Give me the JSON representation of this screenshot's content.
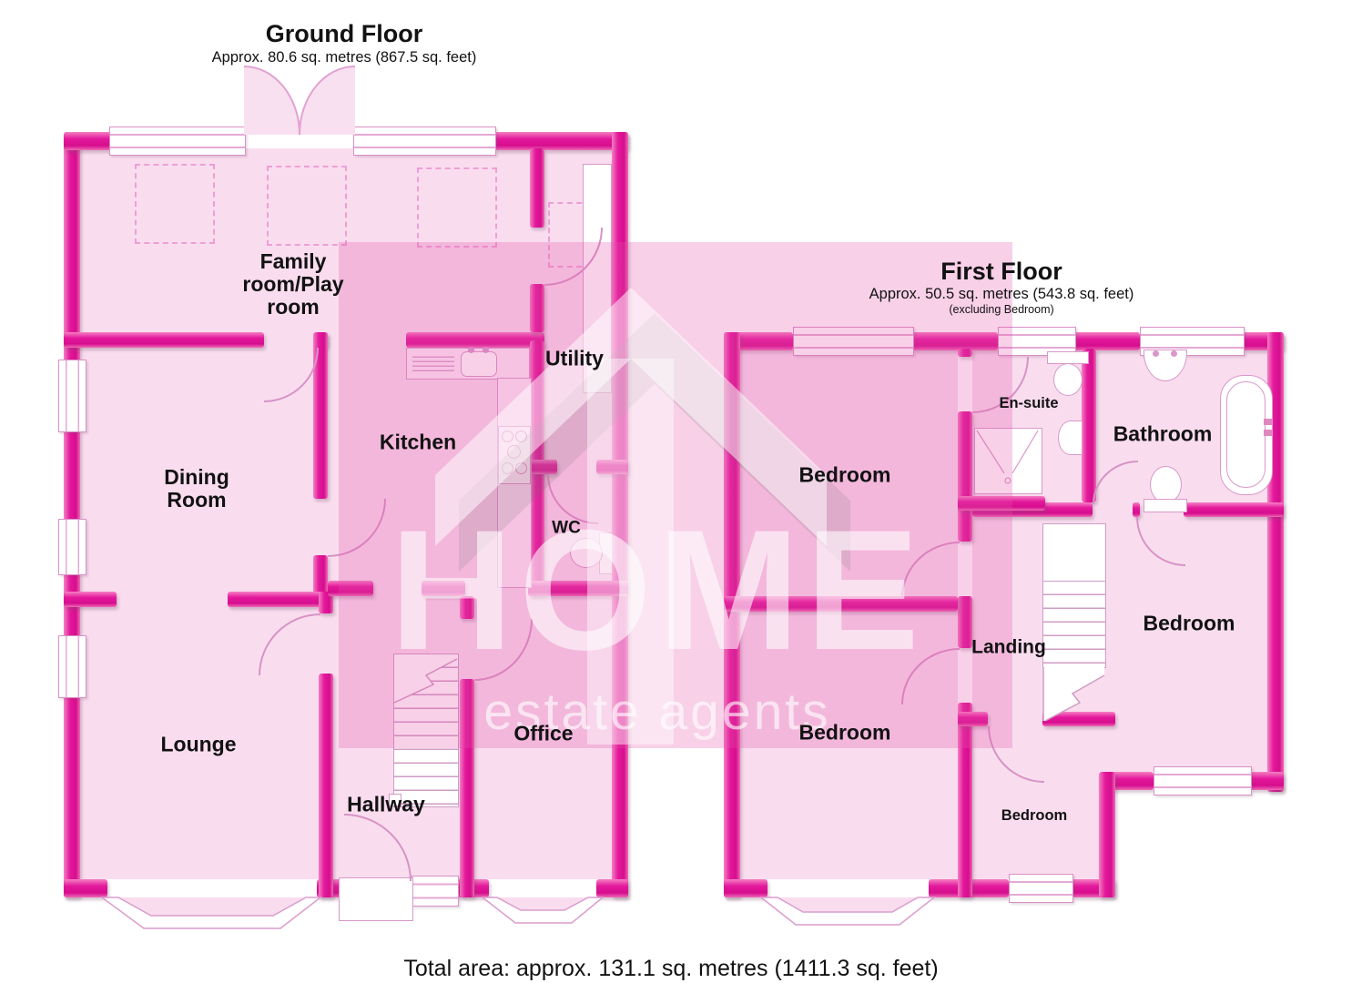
{
  "gf": {
    "title": "Ground Floor",
    "area": "Approx. 80.6 sq. metres (867.5 sq. feet)",
    "rooms": {
      "family": "Family\nroom/Play\nroom",
      "dining": "Dining\nRoom",
      "kitchen": "Kitchen",
      "utility": "Utility",
      "wc": "WC",
      "lounge": "Lounge",
      "hallway": "Hallway",
      "office": "Office"
    }
  },
  "ff": {
    "title": "First Floor",
    "area": "Approx. 50.5 sq. metres (543.8 sq. feet)",
    "note": "(excluding Bedroom)",
    "rooms": {
      "bedroom_tl": "Bedroom",
      "ensuite": "En-suite",
      "bathroom": "Bathroom",
      "bedroom_right": "Bedroom",
      "landing": "Landing",
      "bedroom_bl": "Bedroom",
      "bedroom_small": "Bedroom"
    }
  },
  "footer": {
    "total_area": "Total area: approx. 131.1 sq. metres (1411.3 sq. feet)"
  },
  "watermark": {
    "brand": "HOME",
    "tagline": "estate agents"
  },
  "colors": {
    "wall": "#e0189a",
    "floor": "#f9ddef",
    "overlay": "#e450aa",
    "line": "#d793c5"
  }
}
